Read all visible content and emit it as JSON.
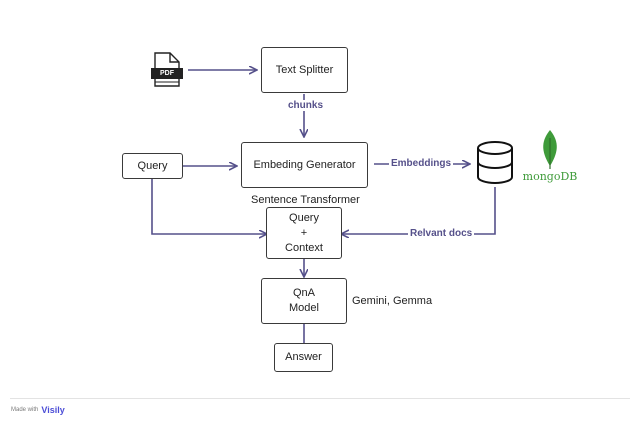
{
  "nodes": {
    "pdf_label": "PDF",
    "text_splitter": "Text Splitter",
    "query": "Query",
    "embedding_generator": "Embeding Generator",
    "query_context_1": "Query",
    "query_context_2": "+",
    "query_context_3": "Context",
    "qna_model_1": "QnA",
    "qna_model_2": "Model",
    "answer": "Answer",
    "mongodb_label": "mongoDB"
  },
  "annotations": {
    "sentence_transformer": "Sentence Transformer",
    "gemini": "Gemini, Gemma"
  },
  "edge_labels": {
    "chunks": "chunks",
    "embeddings": "Embeddings",
    "relevant_docs": "Relvant docs"
  },
  "footer": {
    "made_with": "Made with",
    "brand": "Visily"
  },
  "colors": {
    "edge": "#55508a",
    "mongo_green": "#3f9b3a"
  }
}
